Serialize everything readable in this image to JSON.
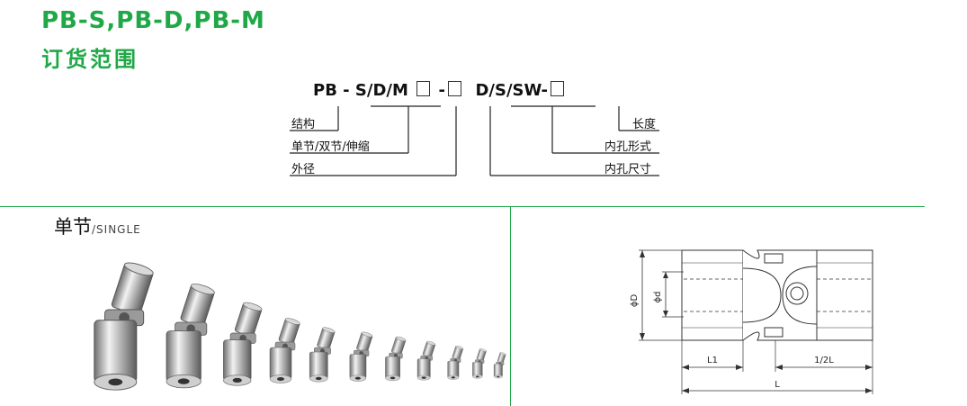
{
  "header": {
    "title": "PB-S,PB-D,PB-M",
    "subtitle": "订货范围"
  },
  "code": {
    "prefix": "PB - S/D/M",
    "dash": "-",
    "suffix": "D/S/SW-"
  },
  "labels": {
    "structure": "结构",
    "joint_type": "单节/双节/伸缩",
    "outer_diameter": "外径",
    "length": "长度",
    "bore_form": "内孔形式",
    "bore_size": "内孔尺寸"
  },
  "section": {
    "title_cn": "单节",
    "title_en": "/SINGLE"
  },
  "drawing": {
    "phi_D": "ϕD",
    "phi_d": "ϕd",
    "L1": "L1",
    "half_L": "1/2L",
    "L": "L"
  },
  "colors": {
    "accent": "#20a848"
  }
}
